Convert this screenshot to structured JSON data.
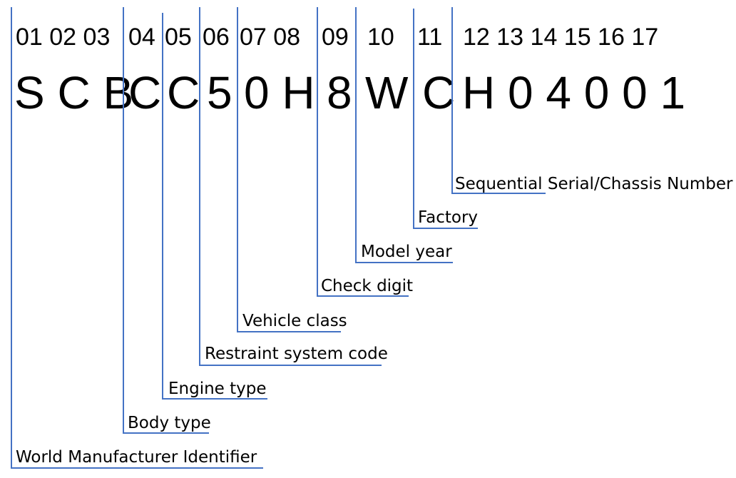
{
  "positions": [
    {
      "label": "01 02 03",
      "char": "S C B"
    },
    {
      "label": "04",
      "char": "C"
    },
    {
      "label": "05",
      "char": "C"
    },
    {
      "label": "06",
      "char": "5"
    },
    {
      "label": "07 08",
      "char": "0 H"
    },
    {
      "label": "09",
      "char": "8"
    },
    {
      "label": "10",
      "char": "W"
    },
    {
      "label": "11",
      "char": "C"
    },
    {
      "label": "12 13 14 15 16 17",
      "char": "H 0 4 0 0 1"
    }
  ],
  "segments": [
    {
      "label": "World Manufacturer Identifier"
    },
    {
      "label": "Body type"
    },
    {
      "label": "Engine type"
    },
    {
      "label": "Restraint system code"
    },
    {
      "label": "Vehicle class"
    },
    {
      "label": "Check digit"
    },
    {
      "label": "Model year"
    },
    {
      "label": "Factory"
    },
    {
      "label": "Sequential Serial/Chassis Number"
    }
  ],
  "colors": {
    "connector": "#4472c4",
    "text": "#000000"
  }
}
